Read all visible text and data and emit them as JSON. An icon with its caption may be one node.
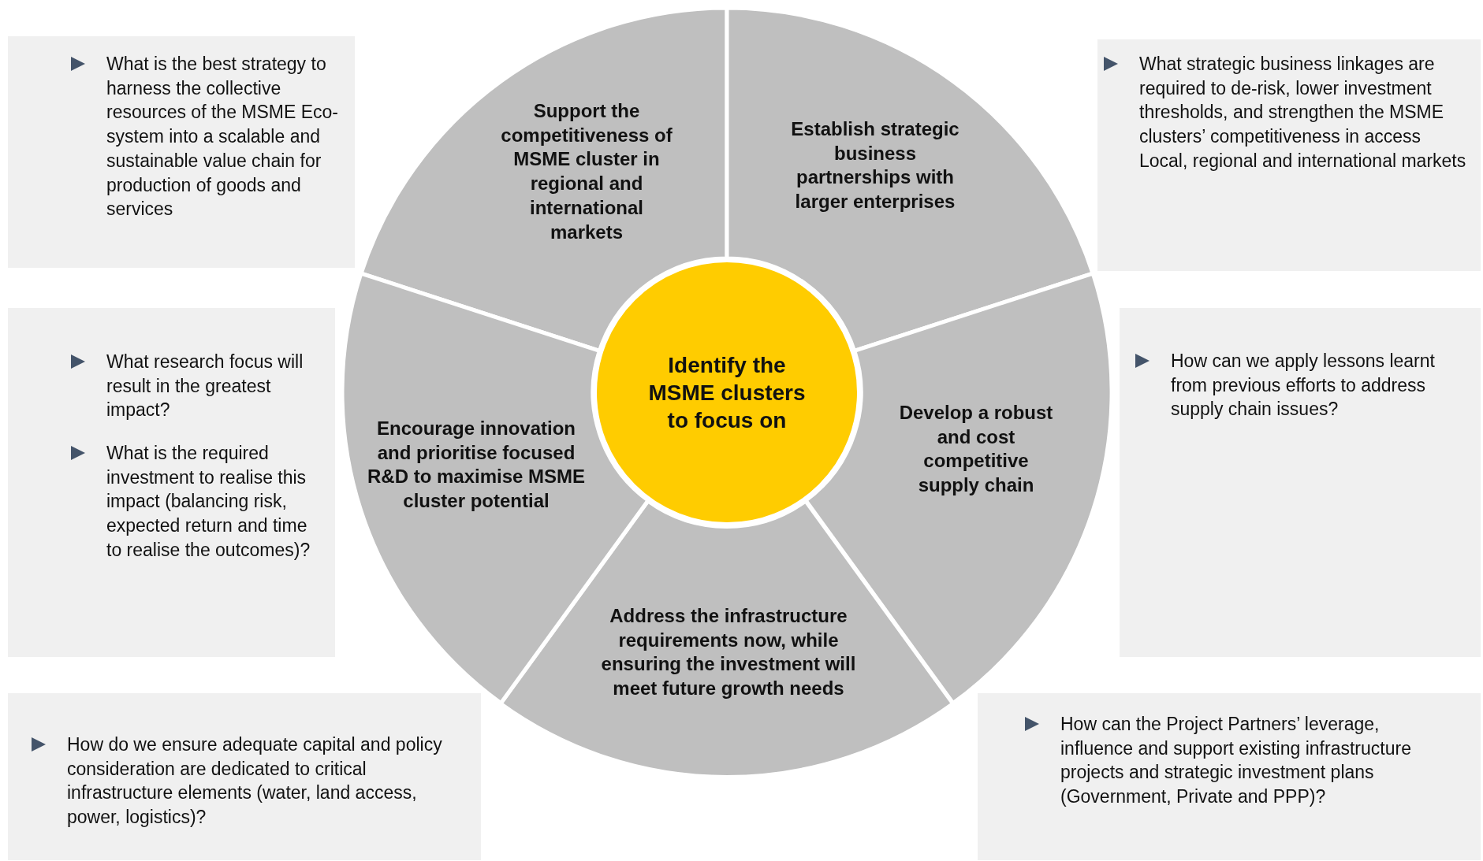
{
  "diagram": {
    "nodes": [
      {
        "text": [
          "Identify the MSME clusters to focus on"
        ]
      },
      {
        "text": [
          "Support the competitiveness of MSME cluster in regional and international markets"
        ]
      },
      {
        "text": [
          "Establish strategic business partnerships with larger enterprises"
        ]
      },
      {
        "text": [
          "Develop a robust and cost competitive supply chain"
        ]
      },
      {
        "text": [
          "Address the infrastructure requirements now, while ensuring the investment will meet future growth needs"
        ]
      },
      {
        "text": [
          "Encourage innovation and prioritise focused R&D to maximise MSME cluster potential"
        ]
      },
      {
        "text": [
          "What is the best strategy to harness the collective resources of the MSME Eco-system into a scalable and sustainable value chain for production of goods and services"
        ]
      },
      {
        "text": [
          "What strategic business linkages are required to de-risk, lower investment thresholds, and strengthen the MSME clusters’ competitiveness in access Local, regional and international markets"
        ]
      },
      {
        "text": [
          "What research focus will result in the greatest impact?",
          "What is the required investment to realise this impact (balancing risk, expected return and time to realise the outcomes)?"
        ]
      },
      {
        "text": [
          "How can we apply lessons learnt from previous efforts to address supply chain issues?"
        ]
      },
      {
        "text": [
          "How do we ensure adequate capital and policy consideration are dedicated to critical infrastructure elements (water, land access, power, logistics)?"
        ]
      },
      {
        "text": [
          "How can the Project Partners’ leverage, influence and support existing infrastructure projects and strategic investment plans (Government, Private and PPP)?"
        ]
      }
    ],
    "edges": []
  }
}
